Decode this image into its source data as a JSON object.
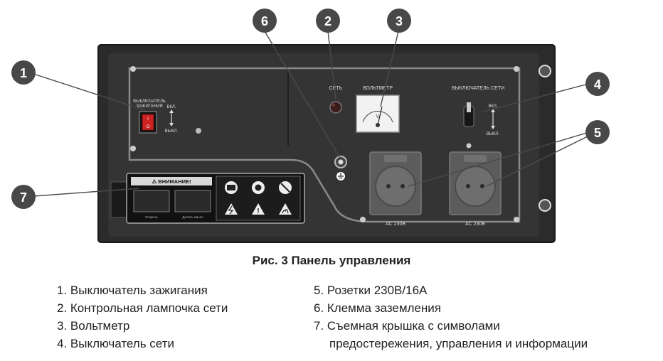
{
  "callouts": [
    "1",
    "2",
    "3",
    "4",
    "5",
    "6",
    "7"
  ],
  "panel": {
    "ignition_label_line1": "ВЫКЛЮЧАТЕЛЬ",
    "ignition_label_line2": "ЗАЖИГАНИЯ",
    "ignition_on": "ВКЛ.",
    "ignition_off": "ВЫКЛ.",
    "switch_i": "I",
    "switch_o": "O",
    "mains_label": "СЕТЬ",
    "voltmeter_label": "ВОЛЬТМЕТР",
    "voltmeter_unit": "V",
    "breaker_label": "ВЫКЛЮЧАТЕЛЬ СЕТИ",
    "breaker_on": "ВКЛ.",
    "breaker_off": "ВЫКЛ.",
    "socket1_label": "AC 230В",
    "socket2_label": "AC 230В",
    "warning_title": "⚠ ВНИМАНИЕ!",
    "warning_caption1": "Открыть",
    "warning_caption2": "Долить масло"
  },
  "caption": "Рис. 3 Панель управления",
  "legend": {
    "left": [
      "1. Выключатель зажигания",
      "2. Контрольная лампочка сети",
      "3. Вольтметр",
      "4. Выключатель сети"
    ],
    "right": [
      "5. Розетки 230В/16А",
      "6. Клемма заземления",
      "7. Съемная крышка с символами"
    ],
    "right_continuation": "предостережения, управления и информации"
  }
}
